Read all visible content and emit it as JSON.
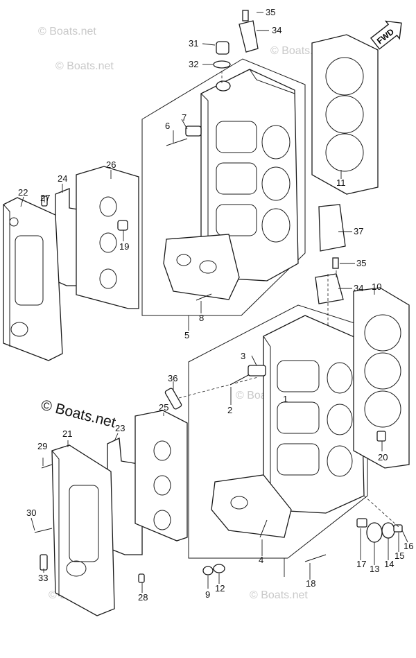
{
  "fwd_label": "FWD",
  "watermark_text": "© Boats.net",
  "watermark_prominent": "© Boats.net",
  "callouts": [
    "1",
    "2",
    "3",
    "4",
    "5",
    "6",
    "7",
    "8",
    "9",
    "10",
    "11",
    "12",
    "13",
    "14",
    "15",
    "16",
    "17",
    "18",
    "19",
    "20",
    "21",
    "22",
    "23",
    "24",
    "25",
    "26",
    "27",
    "28",
    "29",
    "30",
    "31",
    "32",
    "33",
    "34",
    "34",
    "35",
    "35",
    "36",
    "37"
  ],
  "colors": {
    "line": "#1a1a1a",
    "watermark": "#c9c9c9",
    "background": "#ffffff"
  }
}
